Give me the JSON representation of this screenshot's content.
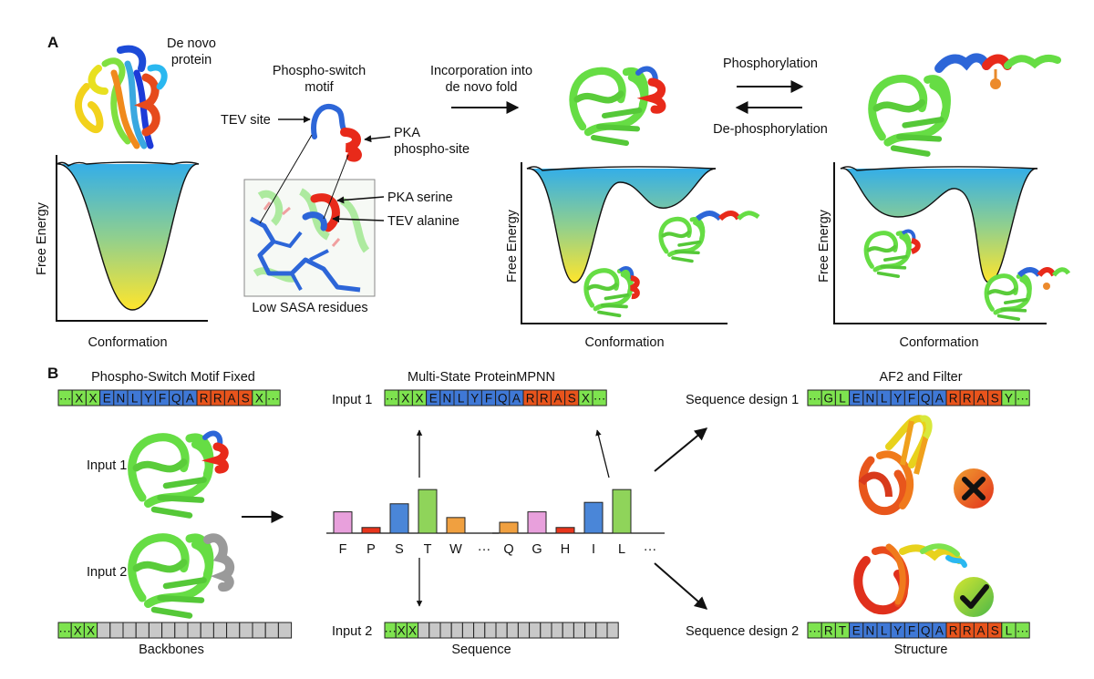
{
  "colors": {
    "green": "#7ee34f",
    "blue": "#3f78d6",
    "red": "#e8541c",
    "gray": "#c8c8c8",
    "well_top": "#3cb0e8",
    "well_bottom": "#ffe232",
    "protein_green": "#66dd44",
    "helix_red": "#e82a1a",
    "helix_blue": "#2d66d8"
  },
  "panel_a": {
    "label": "A",
    "denovo": [
      "De novo",
      "protein"
    ],
    "motif_title": [
      "Phospho-switch",
      "motif"
    ],
    "tev_site": "TEV site",
    "pka_site": [
      "PKA",
      "phospho-site"
    ],
    "pka_serine": "PKA serine",
    "tev_alanine": "TEV alanine",
    "low_sasa": "Low SASA residues",
    "incorp": [
      "Incorporation into",
      "de novo fold"
    ],
    "phos": "Phosphorylation",
    "dephos": "De-phosphorylation",
    "free_energy": "Free Energy",
    "conformation": "Conformation"
  },
  "panel_b": {
    "label": "B",
    "motif_fixed": "Phospho-Switch Motif Fixed",
    "mpnn": "Multi-State ProteinMPNN",
    "af2": "AF2 and Filter",
    "input1": "Input 1",
    "input2": "Input 2",
    "backbones": "Backbones",
    "sequence": "Sequence",
    "structure": "Structure",
    "design1": "Sequence design 1",
    "design2": "Sequence design 2",
    "ellipsis": "···"
  },
  "sequences": {
    "motif": [
      {
        "t": "···",
        "c": "green"
      },
      {
        "t": "X",
        "c": "green"
      },
      {
        "t": "X",
        "c": "green"
      },
      {
        "t": "E",
        "c": "blue"
      },
      {
        "t": "N",
        "c": "blue"
      },
      {
        "t": "L",
        "c": "blue"
      },
      {
        "t": "Y",
        "c": "blue"
      },
      {
        "t": "F",
        "c": "blue"
      },
      {
        "t": "Q",
        "c": "blue"
      },
      {
        "t": "A",
        "c": "blue"
      },
      {
        "t": "R",
        "c": "red"
      },
      {
        "t": "R",
        "c": "red"
      },
      {
        "t": "A",
        "c": "red"
      },
      {
        "t": "S",
        "c": "red"
      },
      {
        "t": "X",
        "c": "green"
      },
      {
        "t": "···",
        "c": "green"
      }
    ],
    "input1": [
      {
        "t": "···",
        "c": "green"
      },
      {
        "t": "X",
        "c": "green"
      },
      {
        "t": "X",
        "c": "green"
      },
      {
        "t": "E",
        "c": "blue"
      },
      {
        "t": "N",
        "c": "blue"
      },
      {
        "t": "L",
        "c": "blue"
      },
      {
        "t": "Y",
        "c": "blue"
      },
      {
        "t": "F",
        "c": "blue"
      },
      {
        "t": "Q",
        "c": "blue"
      },
      {
        "t": "A",
        "c": "blue"
      },
      {
        "t": "R",
        "c": "red"
      },
      {
        "t": "R",
        "c": "red"
      },
      {
        "t": "A",
        "c": "red"
      },
      {
        "t": "S",
        "c": "red"
      },
      {
        "t": "X",
        "c": "green"
      },
      {
        "t": "···",
        "c": "green"
      }
    ],
    "design1": [
      {
        "t": "···",
        "c": "green"
      },
      {
        "t": "G",
        "c": "green"
      },
      {
        "t": "L",
        "c": "green"
      },
      {
        "t": "E",
        "c": "blue"
      },
      {
        "t": "N",
        "c": "blue"
      },
      {
        "t": "L",
        "c": "blue"
      },
      {
        "t": "Y",
        "c": "blue"
      },
      {
        "t": "F",
        "c": "blue"
      },
      {
        "t": "Q",
        "c": "blue"
      },
      {
        "t": "A",
        "c": "blue"
      },
      {
        "t": "R",
        "c": "red"
      },
      {
        "t": "R",
        "c": "red"
      },
      {
        "t": "A",
        "c": "red"
      },
      {
        "t": "S",
        "c": "red"
      },
      {
        "t": "Y",
        "c": "green"
      },
      {
        "t": "···",
        "c": "green"
      }
    ],
    "design2": [
      {
        "t": "···",
        "c": "green"
      },
      {
        "t": "R",
        "c": "green"
      },
      {
        "t": "T",
        "c": "green"
      },
      {
        "t": "E",
        "c": "blue"
      },
      {
        "t": "N",
        "c": "blue"
      },
      {
        "t": "L",
        "c": "blue"
      },
      {
        "t": "Y",
        "c": "blue"
      },
      {
        "t": "F",
        "c": "blue"
      },
      {
        "t": "Q",
        "c": "blue"
      },
      {
        "t": "A",
        "c": "blue"
      },
      {
        "t": "R",
        "c": "red"
      },
      {
        "t": "R",
        "c": "red"
      },
      {
        "t": "A",
        "c": "red"
      },
      {
        "t": "S",
        "c": "red"
      },
      {
        "t": "L",
        "c": "green"
      },
      {
        "t": "···",
        "c": "green"
      }
    ],
    "backbone": [
      {
        "t": "···",
        "c": "green"
      },
      {
        "t": "X",
        "c": "green"
      },
      {
        "t": "X",
        "c": "green"
      },
      {
        "t": "",
        "c": "gray"
      },
      {
        "t": "",
        "c": "gray"
      },
      {
        "t": "",
        "c": "gray"
      },
      {
        "t": "",
        "c": "gray"
      },
      {
        "t": "",
        "c": "gray"
      },
      {
        "t": "",
        "c": "gray"
      },
      {
        "t": "",
        "c": "gray"
      },
      {
        "t": "",
        "c": "gray"
      },
      {
        "t": "",
        "c": "gray"
      },
      {
        "t": "",
        "c": "gray"
      },
      {
        "t": "",
        "c": "gray"
      },
      {
        "t": "",
        "c": "gray"
      },
      {
        "t": "",
        "c": "gray"
      },
      {
        "t": "",
        "c": "gray"
      },
      {
        "t": "",
        "c": "gray"
      }
    ],
    "input2": [
      {
        "t": "···",
        "c": "green"
      },
      {
        "t": "X",
        "c": "green"
      },
      {
        "t": "X",
        "c": "green"
      },
      {
        "t": "",
        "c": "gray"
      },
      {
        "t": "",
        "c": "gray"
      },
      {
        "t": "",
        "c": "gray"
      },
      {
        "t": "",
        "c": "gray"
      },
      {
        "t": "",
        "c": "gray"
      },
      {
        "t": "",
        "c": "gray"
      },
      {
        "t": "",
        "c": "gray"
      },
      {
        "t": "",
        "c": "gray"
      },
      {
        "t": "",
        "c": "gray"
      },
      {
        "t": "",
        "c": "gray"
      },
      {
        "t": "",
        "c": "gray"
      },
      {
        "t": "",
        "c": "gray"
      },
      {
        "t": "",
        "c": "gray"
      },
      {
        "t": "",
        "c": "gray"
      },
      {
        "t": "",
        "c": "gray"
      },
      {
        "t": "",
        "c": "gray"
      },
      {
        "t": "",
        "c": "gray"
      },
      {
        "t": "",
        "c": "gray"
      }
    ]
  },
  "bars": {
    "left": [
      {
        "label": "F",
        "h": 0.45,
        "color": "#e8a0dc"
      },
      {
        "label": "P",
        "h": 0.12,
        "color": "#e8351c"
      },
      {
        "label": "S",
        "h": 0.62,
        "color": "#4a86d8"
      },
      {
        "label": "T",
        "h": 0.92,
        "color": "#8fd45a"
      },
      {
        "label": "W",
        "h": 0.33,
        "color": "#f0a040"
      },
      {
        "label": "···",
        "h": 0,
        "color": "#ffffff"
      }
    ],
    "right": [
      {
        "label": "Q",
        "h": 0.23,
        "color": "#f0a040"
      },
      {
        "label": "G",
        "h": 0.45,
        "color": "#e8a0dc"
      },
      {
        "label": "H",
        "h": 0.12,
        "color": "#e8351c"
      },
      {
        "label": "I",
        "h": 0.65,
        "color": "#4a86d8"
      },
      {
        "label": "L",
        "h": 0.92,
        "color": "#8fd45a"
      },
      {
        "label": "···",
        "h": 0,
        "color": "#ffffff"
      }
    ]
  }
}
